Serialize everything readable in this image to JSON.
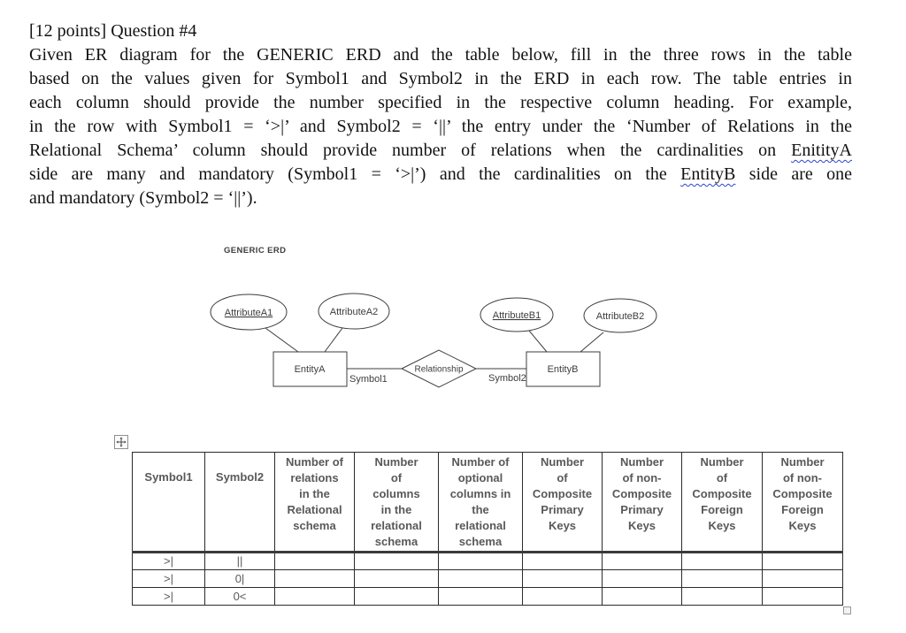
{
  "colors": {
    "accent-squiggle": "#2f43cc",
    "table-ink": "#595959",
    "border-ink": "#2b2b2b",
    "erd-ink": "#3d3d3d"
  },
  "document": {
    "lines": [
      {
        "justify": false,
        "segments": [
          {
            "text": "[12 points] Question #4"
          }
        ]
      },
      {
        "justify": true,
        "segments": [
          {
            "text": "Given ER diagram for the GENERIC ERD and the table below, fill in the three rows in the table"
          }
        ]
      },
      {
        "justify": true,
        "segments": [
          {
            "text": "based on the values given for Symbol1 and Symbol2 in the ERD in each row.  The table entries in"
          }
        ]
      },
      {
        "justify": true,
        "segments": [
          {
            "text": "each column should provide the number specified in the respective column heading. For example,"
          }
        ]
      },
      {
        "justify": true,
        "segments": [
          {
            "text": "in the row with Symbol1 = ‘>|’ and Symbol2 = ‘||’ the entry under the ‘Number of Relations in the"
          }
        ]
      },
      {
        "justify": true,
        "segments": [
          {
            "text": "Relational Schema’ column should provide number of relations when the cardinalities on "
          },
          {
            "text": "EnitityA",
            "wavy": true
          }
        ]
      },
      {
        "justify": true,
        "segments": [
          {
            "text": "side are many and mandatory (Symbol1 = ‘>|’) and the cardinalities on the "
          },
          {
            "text": "EntityB",
            "wavy": true
          },
          {
            "text": " side are one"
          }
        ]
      },
      {
        "justify": false,
        "segments": [
          {
            "text": "and mandatory (Symbol2 = ‘||’)."
          }
        ]
      }
    ]
  },
  "erd": {
    "title": "GENERIC ERD",
    "attribute_a1": "AttributeA1",
    "attribute_a2": "AttributeA2",
    "attribute_b1": "AttributeB1",
    "attribute_b2": "AttributeB2",
    "entity_a": "EntityA",
    "entity_b": "EntityB",
    "relationship": "Relationship",
    "symbol1_label": "Symbol1",
    "symbol2_label": "Symbol2"
  },
  "table": {
    "columns": [
      "Symbol1",
      "Symbol2",
      "Number of\nrelations\nin the\nRelational\nschema",
      "Number\nof\ncolumns\nin the\nrelational\nschema",
      "Number of\noptional\ncolumns in\nthe\nrelational\nschema",
      "Number\nof\nComposite\nPrimary\nKeys",
      "Number\nof non-\nComposite\nPrimary\nKeys",
      "Number\nof\nComposite\nForeign\nKeys",
      "Number\nof non-\nComposite\nForeign\nKeys"
    ],
    "rows": [
      [
        ">|",
        "||",
        "",
        "",
        "",
        "",
        "",
        "",
        ""
      ],
      [
        ">|",
        "0|",
        "",
        "",
        "",
        "",
        "",
        "",
        ""
      ],
      [
        ">|",
        "0<",
        "",
        "",
        "",
        "",
        "",
        "",
        ""
      ]
    ]
  }
}
